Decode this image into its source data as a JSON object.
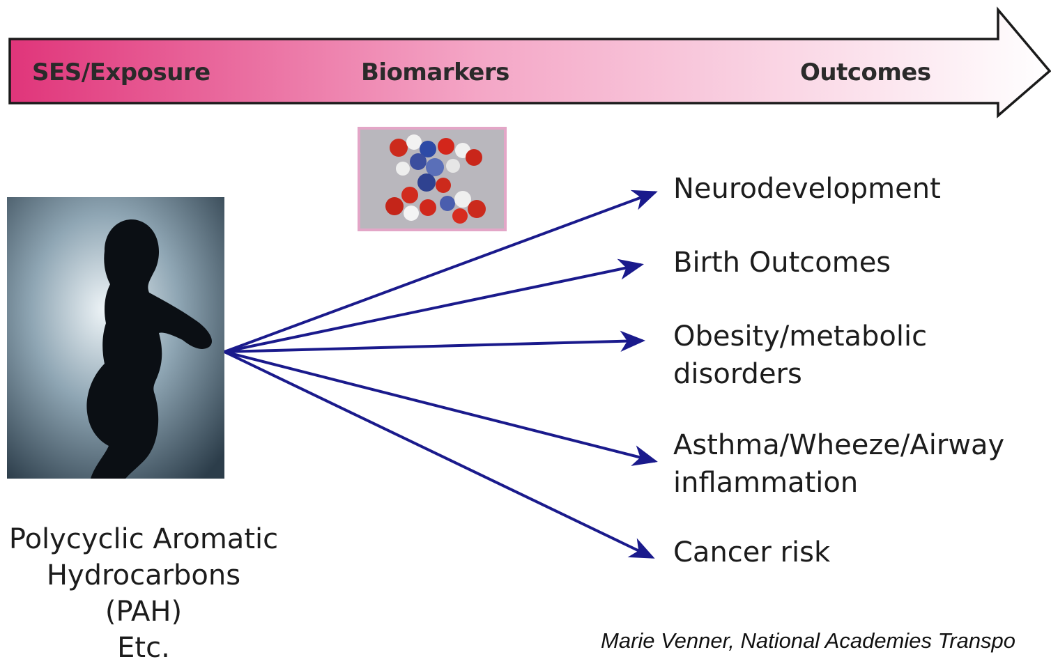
{
  "timeline": {
    "labels": [
      "SES/Exposure",
      "Biomarkers",
      "Outcomes"
    ],
    "gradient_start": "#e0357a",
    "gradient_end": "#ffffff"
  },
  "exposure": {
    "label_lines": [
      "Polycyclic Aromatic",
      "Hydrocarbons",
      "(PAH)",
      "Etc."
    ]
  },
  "outcomes": [
    {
      "lines": [
        "Neurodevelopment"
      ]
    },
    {
      "lines": [
        "Birth Outcomes"
      ]
    },
    {
      "lines": [
        "Obesity/metabolic",
        "disorders"
      ]
    },
    {
      "lines": [
        "Asthma/Wheeze/Airway",
        "inflammation"
      ]
    },
    {
      "lines": [
        "Cancer risk"
      ]
    }
  ],
  "arrow_color": "#1a1a8c",
  "credit": "Marie Venner, National Academies Transpo"
}
